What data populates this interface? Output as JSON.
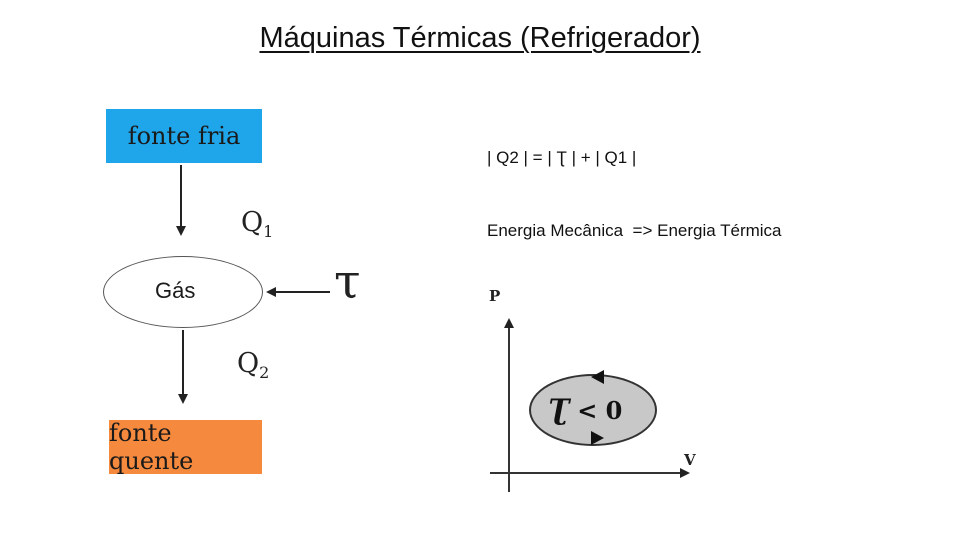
{
  "title": "Máquinas Térmicas (Refrigerador)",
  "diagram": {
    "cold_source": "fonte fria",
    "hot_source": "fonte quente",
    "gas": "Gás",
    "q1": {
      "symbol": "Q",
      "index": "1"
    },
    "q2": {
      "symbol": "Q",
      "index": "2"
    },
    "work": "τ"
  },
  "equation": "| Q2 | = | Ʈ | + | Q1 |",
  "conversion": "Energia Mecânica  => Energia Térmica",
  "pv_graph": {
    "y_axis": "P",
    "x_axis": "V",
    "cycle_work_symbol": "Ʈ",
    "cycle_work_relation": "< 0"
  },
  "colors": {
    "cold_source": "#1ea5ea",
    "hot_source": "#f58a3e",
    "cycle_fill": "#c8c8c8"
  }
}
